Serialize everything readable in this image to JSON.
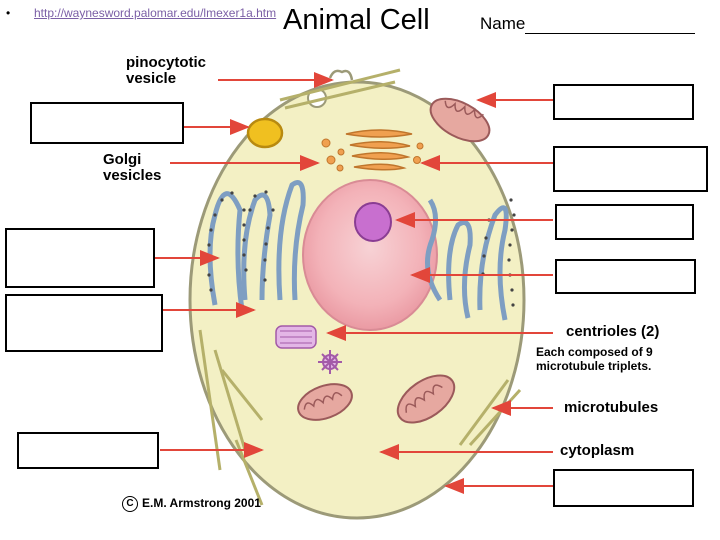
{
  "header": {
    "bullet": "•",
    "url": "http://waynesword.palomar.edu/lmexer1a.htm",
    "title": "Animal Cell",
    "name_label": "Name"
  },
  "labels": {
    "pinocytotic_vesicle": "pinocytotic vesicle",
    "golgi_vesicles": "Golgi vesicles",
    "centrioles": "centrioles (2)",
    "centrioles_note": "Each composed of 9 microtubule triplets.",
    "microtubules": "microtubules",
    "cytoplasm": "cytoplasm"
  },
  "copyright": {
    "symbol": "C",
    "text": "E.M. Armstrong 2001"
  },
  "colors": {
    "cell_fill": "#f3f0c4",
    "cell_stroke": "#8a8a6a",
    "nucleus_fill": "#f4b7bd",
    "nucleolus_fill": "#c86fcf",
    "mito_fill": "#e6a8a0",
    "er_stroke": "#7e9ec2",
    "golgi_fill": "#f0a050",
    "arrow": "#e2463a",
    "microtubule": "#b5b06a"
  }
}
